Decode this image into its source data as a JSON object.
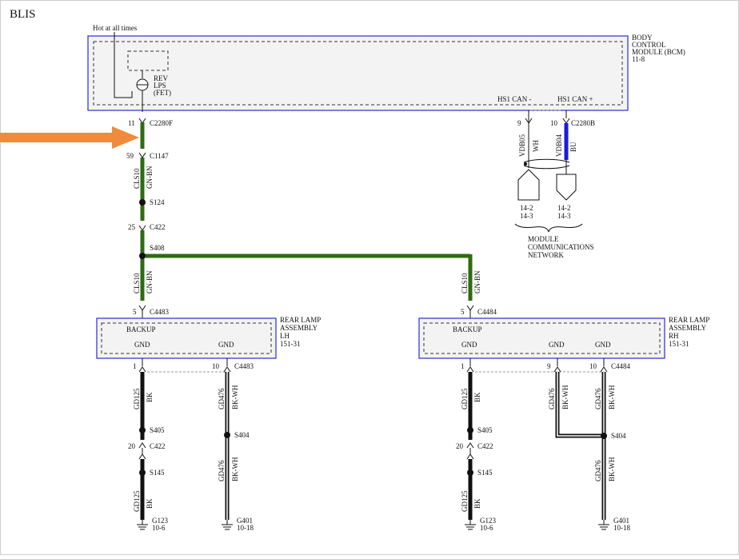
{
  "title": "BLIS",
  "bcm": {
    "hot_label": "Hot at all times",
    "name_lines": [
      "BODY",
      "CONTROL",
      "MODULE (BCM)",
      "11-8"
    ],
    "rev_lines": [
      "REV",
      "LPS",
      "(FET)"
    ],
    "can_minus": "HS1 CAN -",
    "can_plus": "HS1 CAN +"
  },
  "left_chain": {
    "pin_c2280f": "11",
    "conn_c2280f": "C2280F",
    "pin_c1147": "59",
    "conn_c1147": "C1147",
    "wire_id": "CLS10",
    "wire_color": "GN-BN",
    "splice_s124": "S124",
    "pin_c422": "25",
    "conn_c422": "C422",
    "splice_s408": "S408",
    "wire_id2": "CLS10",
    "wire_color2": "GN-BN",
    "pin_c4483": "5",
    "conn_c4483": "C4483"
  },
  "right_feed": {
    "wire_id": "CLS10",
    "wire_color": "GN-BN",
    "pin_c4484": "5",
    "conn_c4484": "C4484"
  },
  "can": {
    "pin_left": "9",
    "pin_right": "10",
    "conn": "C2280B",
    "wire_left_id": "VDB05",
    "wire_left_color": "WH",
    "wire_right_id": "VDB04",
    "wire_right_color": "BU",
    "ref_left": [
      "14-2",
      "14-3"
    ],
    "ref_right": [
      "14-2",
      "14-3"
    ],
    "network_lines": [
      "MODULE",
      "COMMUNICATIONS",
      "NETWORK"
    ]
  },
  "lamp_lh": {
    "backup": "BACKUP",
    "gnd1": "GND",
    "gnd2": "GND",
    "name_lines": [
      "REAR LAMP",
      "ASSEMBLY",
      "LH",
      "151-31"
    ],
    "pin1": "1",
    "pin10": "10",
    "conn": "C4483",
    "w1_id": "GD125",
    "w1_color": "BK",
    "s405": "S405",
    "pin20": "20",
    "c422": "C422",
    "s145": "S145",
    "w1b_id": "GD125",
    "w1b_color": "BK",
    "g123": "G123",
    "g123_ref": "10-6",
    "w2_id": "GD476",
    "w2_color": "BK-WH",
    "s404": "S404",
    "w2b_id": "GD476",
    "w2b_color": "BK-WH",
    "g401": "G401",
    "g401_ref": "10-18"
  },
  "lamp_rh": {
    "backup": "BACKUP",
    "gnd1": "GND",
    "gnd2": "GND",
    "gnd3": "GND",
    "name_lines": [
      "REAR LAMP",
      "ASSEMBLY",
      "RH",
      "151-31"
    ],
    "pin1": "1",
    "pin9": "9",
    "pin10": "10",
    "conn": "C4484",
    "w1_id": "GD125",
    "w1_color": "BK",
    "s405": "S405",
    "pin20": "20",
    "c422": "C422",
    "s145": "S145",
    "w1b_id": "GD125",
    "w1b_color": "BK",
    "g123": "G123",
    "g123_ref": "10-6",
    "w9_id": "GD476",
    "w9_color": "BK-WH",
    "w10_id": "GD476",
    "w10_color": "BK-WH",
    "s404": "S404",
    "w2b_id": "GD476",
    "w2b_color": "BK-WH",
    "g401": "G401",
    "g401_ref": "10-18"
  },
  "colors": {
    "box_border": "#3b3bd6",
    "green_wire": "#2f6b12",
    "can_blue": "#1a1ae0",
    "arrow": "#f08a3c"
  }
}
